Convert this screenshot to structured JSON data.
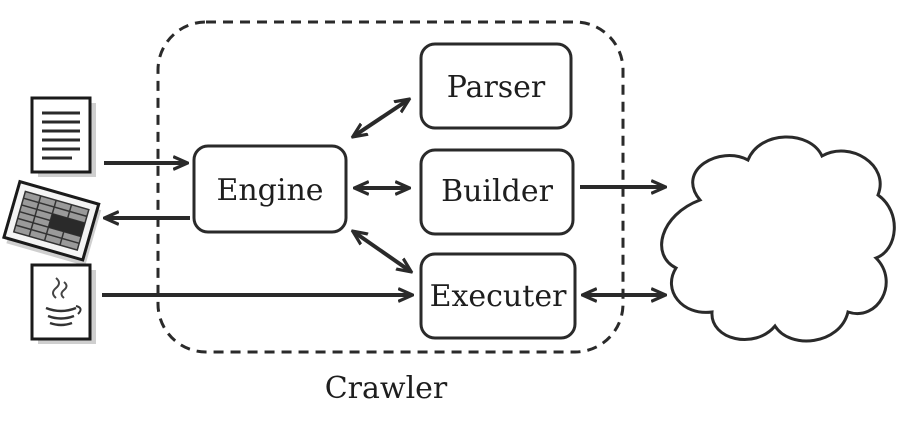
{
  "diagram": {
    "container_label": "Crawler",
    "components": {
      "parser": "Parser",
      "engine": "Engine",
      "builder": "Builder",
      "executer": "Executer"
    },
    "icons": {
      "text_document": "text-document-icon",
      "spreadsheet": "spreadsheet-icon",
      "java_file": "java-file-icon",
      "cloud": "cloud-icon"
    }
  }
}
